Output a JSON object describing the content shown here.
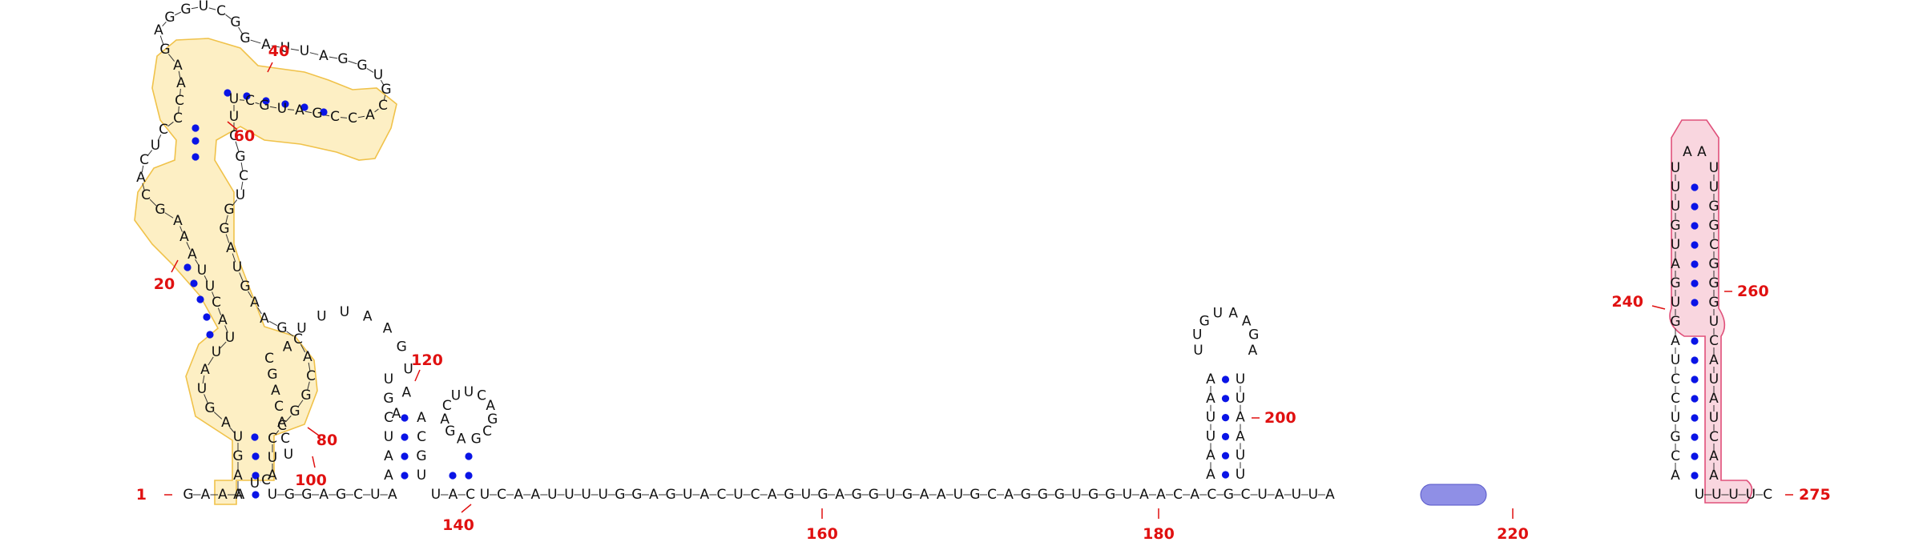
{
  "colors": {
    "background": "#ffffff",
    "nucleotide": "#111111",
    "numbering": "#e01010",
    "base_pair_dot": "#0a14e6",
    "yellow_fill": "#fdefc4",
    "yellow_outline": "#f0c24a",
    "pink_fill": "#f9d6df",
    "pink_outline": "#e0507a",
    "purple_fill": "#8f8fe6"
  },
  "position_labels": [
    "1",
    "20",
    "40",
    "60",
    "80",
    "100",
    "120",
    "140",
    "160",
    "180",
    "200",
    "220",
    "240",
    "260",
    "275"
  ],
  "sequences": {
    "tail_3prime": "U·C·A·A·U·U·U·U·G·G·A·G·U·A·C·U·C·A·G·U·G·A·G·G·U·G·A·A·U·G·C·A·G·G·G·U·G·G·U·A·A·C·A·C·G·C·U·A·U·U·A",
    "start": "G·A·A·A",
    "seg2": "U·G·G·A·G·C·U·A",
    "seg3": "U·A·C",
    "end": "U·U·U·U·C"
  },
  "hairpins": {
    "h190": {
      "left": [
        "A",
        "A",
        "U",
        "U",
        "A",
        "A"
      ],
      "loop": [
        "U",
        "U",
        "G",
        "U",
        "A",
        "A",
        "G",
        "A"
      ],
      "right": [
        "U",
        "U",
        "A",
        "A",
        "U",
        "U"
      ]
    },
    "h250": {
      "left": [
        "A",
        "C",
        "G",
        "U",
        "C",
        "C",
        "U",
        "A",
        "G",
        "U",
        "G",
        "A",
        "U",
        "G",
        "U",
        "U",
        "U"
      ],
      "loop": [
        "A",
        "A"
      ],
      "right": [
        "A",
        "A",
        "C",
        "U",
        "A",
        "U",
        "A",
        "C",
        "U",
        "G",
        "G",
        "G",
        "C",
        "G",
        "G",
        "U",
        "U"
      ]
    }
  },
  "region_5prime": {
    "strand": [
      "A",
      "A",
      "G",
      "U",
      "A",
      "G",
      "U",
      "A",
      "U",
      "U",
      "A",
      "C",
      "U",
      "U",
      "A",
      "A",
      "A",
      "G",
      "C",
      "A",
      "C",
      "U",
      "C",
      "C",
      "C",
      "A",
      "A",
      "G",
      "A",
      "G",
      "G",
      "U",
      "C",
      "G",
      "G",
      "A",
      "U",
      "U",
      "A",
      "G",
      "G",
      "U",
      "G",
      "C",
      "A",
      "C",
      "C",
      "G",
      "A",
      "U",
      "G",
      "C",
      "U",
      "U",
      "C",
      "G",
      "C",
      "U",
      "G",
      "G",
      "A",
      "U",
      "G",
      "A",
      "A",
      "G",
      "C",
      "A",
      "C",
      "G",
      "G",
      "C",
      "C",
      "U",
      "A",
      "C",
      "U",
      "U",
      "C",
      "C",
      "U",
      "C"
    ],
    "arm_c": [
      "C",
      "G",
      "A",
      "C",
      "A",
      "C",
      "U"
    ],
    "arm_a_left": [
      "A",
      "A",
      "U",
      "C",
      "G",
      "U"
    ],
    "arm_a_right": [
      "U",
      "G",
      "C",
      "A"
    ],
    "arm_b": [
      "A",
      "U",
      "U",
      "U",
      "A",
      "A",
      "G",
      "U",
      "A",
      "A"
    ]
  }
}
